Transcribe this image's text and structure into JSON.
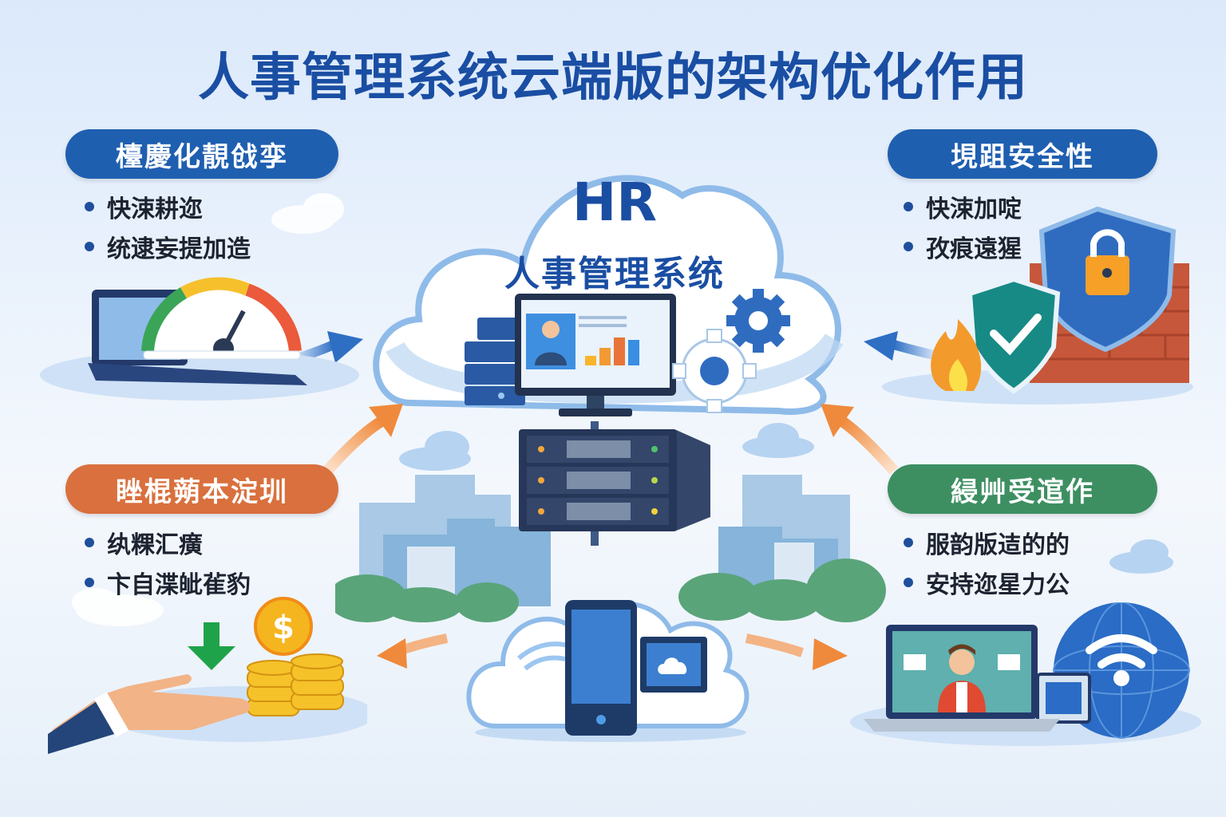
{
  "title": "人事管理系统云端版的架构优化作用",
  "center": {
    "heading": "HR",
    "subheading": "人事管理系统"
  },
  "panels": {
    "top_left": {
      "label": "檯慶化靚戗孪",
      "color": "#1f5fb0",
      "bullets": [
        "快涑耕迩",
        "统逮妄提加造"
      ],
      "icon": "speedometer-laptop-icon"
    },
    "top_right": {
      "label": "垷跙安全性",
      "color": "#1f5fb0",
      "bullets": [
        "快涑加啶",
        "孜痕遠猩"
      ],
      "icon": "security-shield-firewall-icon"
    },
    "bottom_left": {
      "label": "睉棍蒴本淀圳",
      "color": "#d9703e",
      "bullets": [
        "纨粿汇癀",
        "卞自渫皉雈豹"
      ],
      "icon": "cost-saving-coins-icon"
    },
    "bottom_right": {
      "label": "綅艸受逭作",
      "color": "#3d8f62",
      "bullets": [
        "服韵版迼的的",
        "安持迩星力公"
      ],
      "icon": "remote-work-globe-icon"
    }
  },
  "colors": {
    "title": "#1a4ea3",
    "accent_orange": "#ef8a3c",
    "accent_blue": "#2e6fc4",
    "server_dark": "#28385a"
  }
}
